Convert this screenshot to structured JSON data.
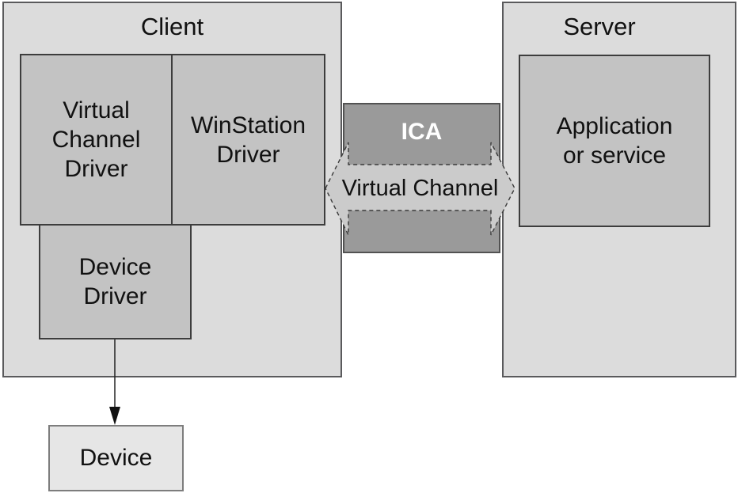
{
  "client": {
    "title": "Client",
    "virtual_channel_driver": "Virtual Channel Driver",
    "winstation_driver": "WinStation Driver",
    "device_driver": "Device Driver"
  },
  "server": {
    "title": "Server",
    "application": "Application or service"
  },
  "channel": {
    "band_label": "ICA",
    "arrow_label": "Virtual Channel"
  },
  "device": {
    "label": "Device"
  },
  "icons": {
    "double_arrow": "double-headed-horizontal-arrow",
    "down_arrow": "downward-arrow"
  },
  "colors": {
    "outer_fill": "#dcdcdc",
    "outer_border": "#5a5a5c",
    "inner_fill": "#c3c3c3",
    "inner_border": "#3d3d3d",
    "band_fill": "#9a9a9a",
    "band_border": "#525252",
    "arrow_fill": "#cbcbcb",
    "arrow_border": "#3a3a3a",
    "device_fill": "#e6e6e6",
    "device_border": "#7d7d7d",
    "text": "#111111",
    "ica_text": "#ffffff",
    "page_bg": "#ffffff"
  }
}
